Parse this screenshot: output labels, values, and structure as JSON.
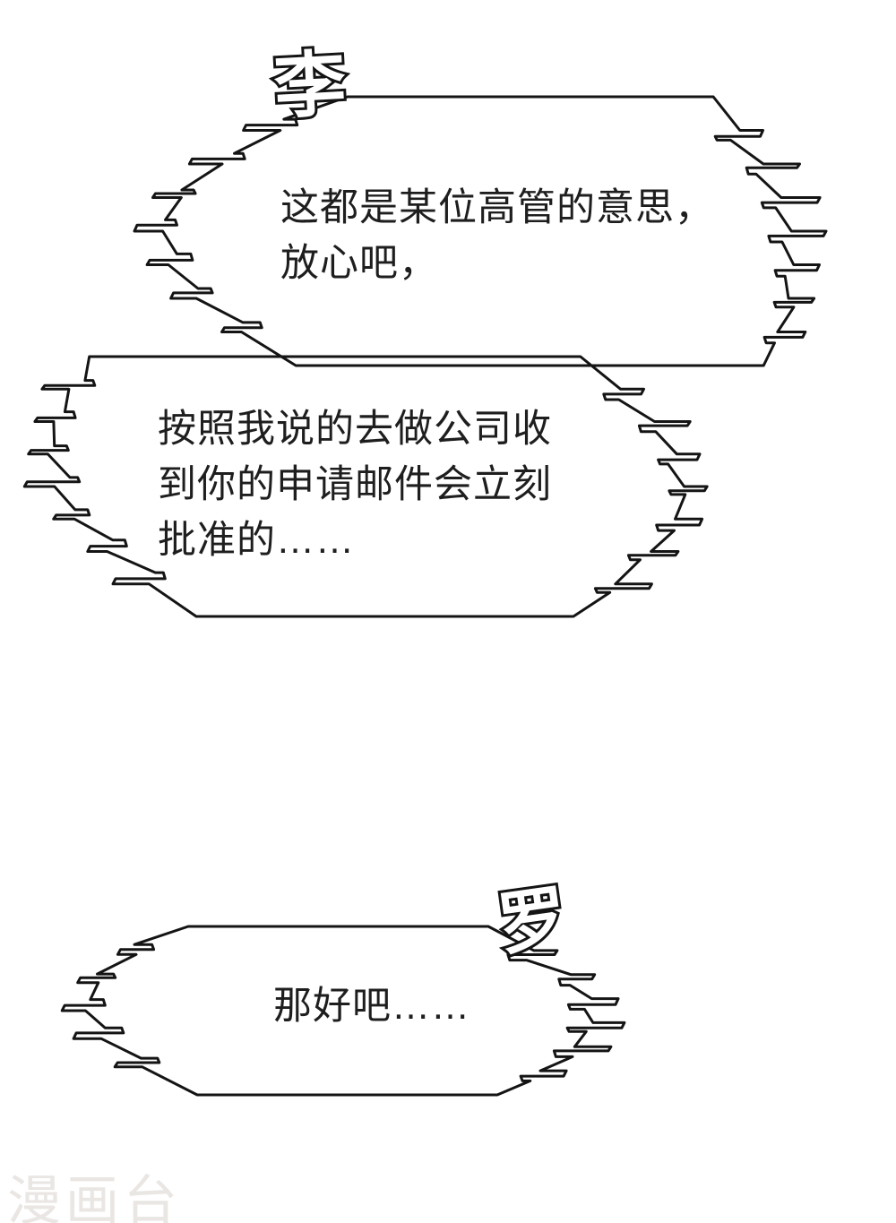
{
  "page": {
    "background": "#ffffff",
    "ink": "#141414",
    "text_color": "#1e1e1e"
  },
  "bubbles": [
    {
      "speaker": "李",
      "text": "这都是某位高管的意思，\n放心吧，"
    },
    {
      "text": "按照我说的去做公司收\n到你的申请邮件会立刻\n批准的……"
    },
    {
      "speaker": "罗",
      "text": "那好吧……"
    }
  ],
  "watermark": {
    "text": "漫画台",
    "color": "#e9e6e3"
  }
}
